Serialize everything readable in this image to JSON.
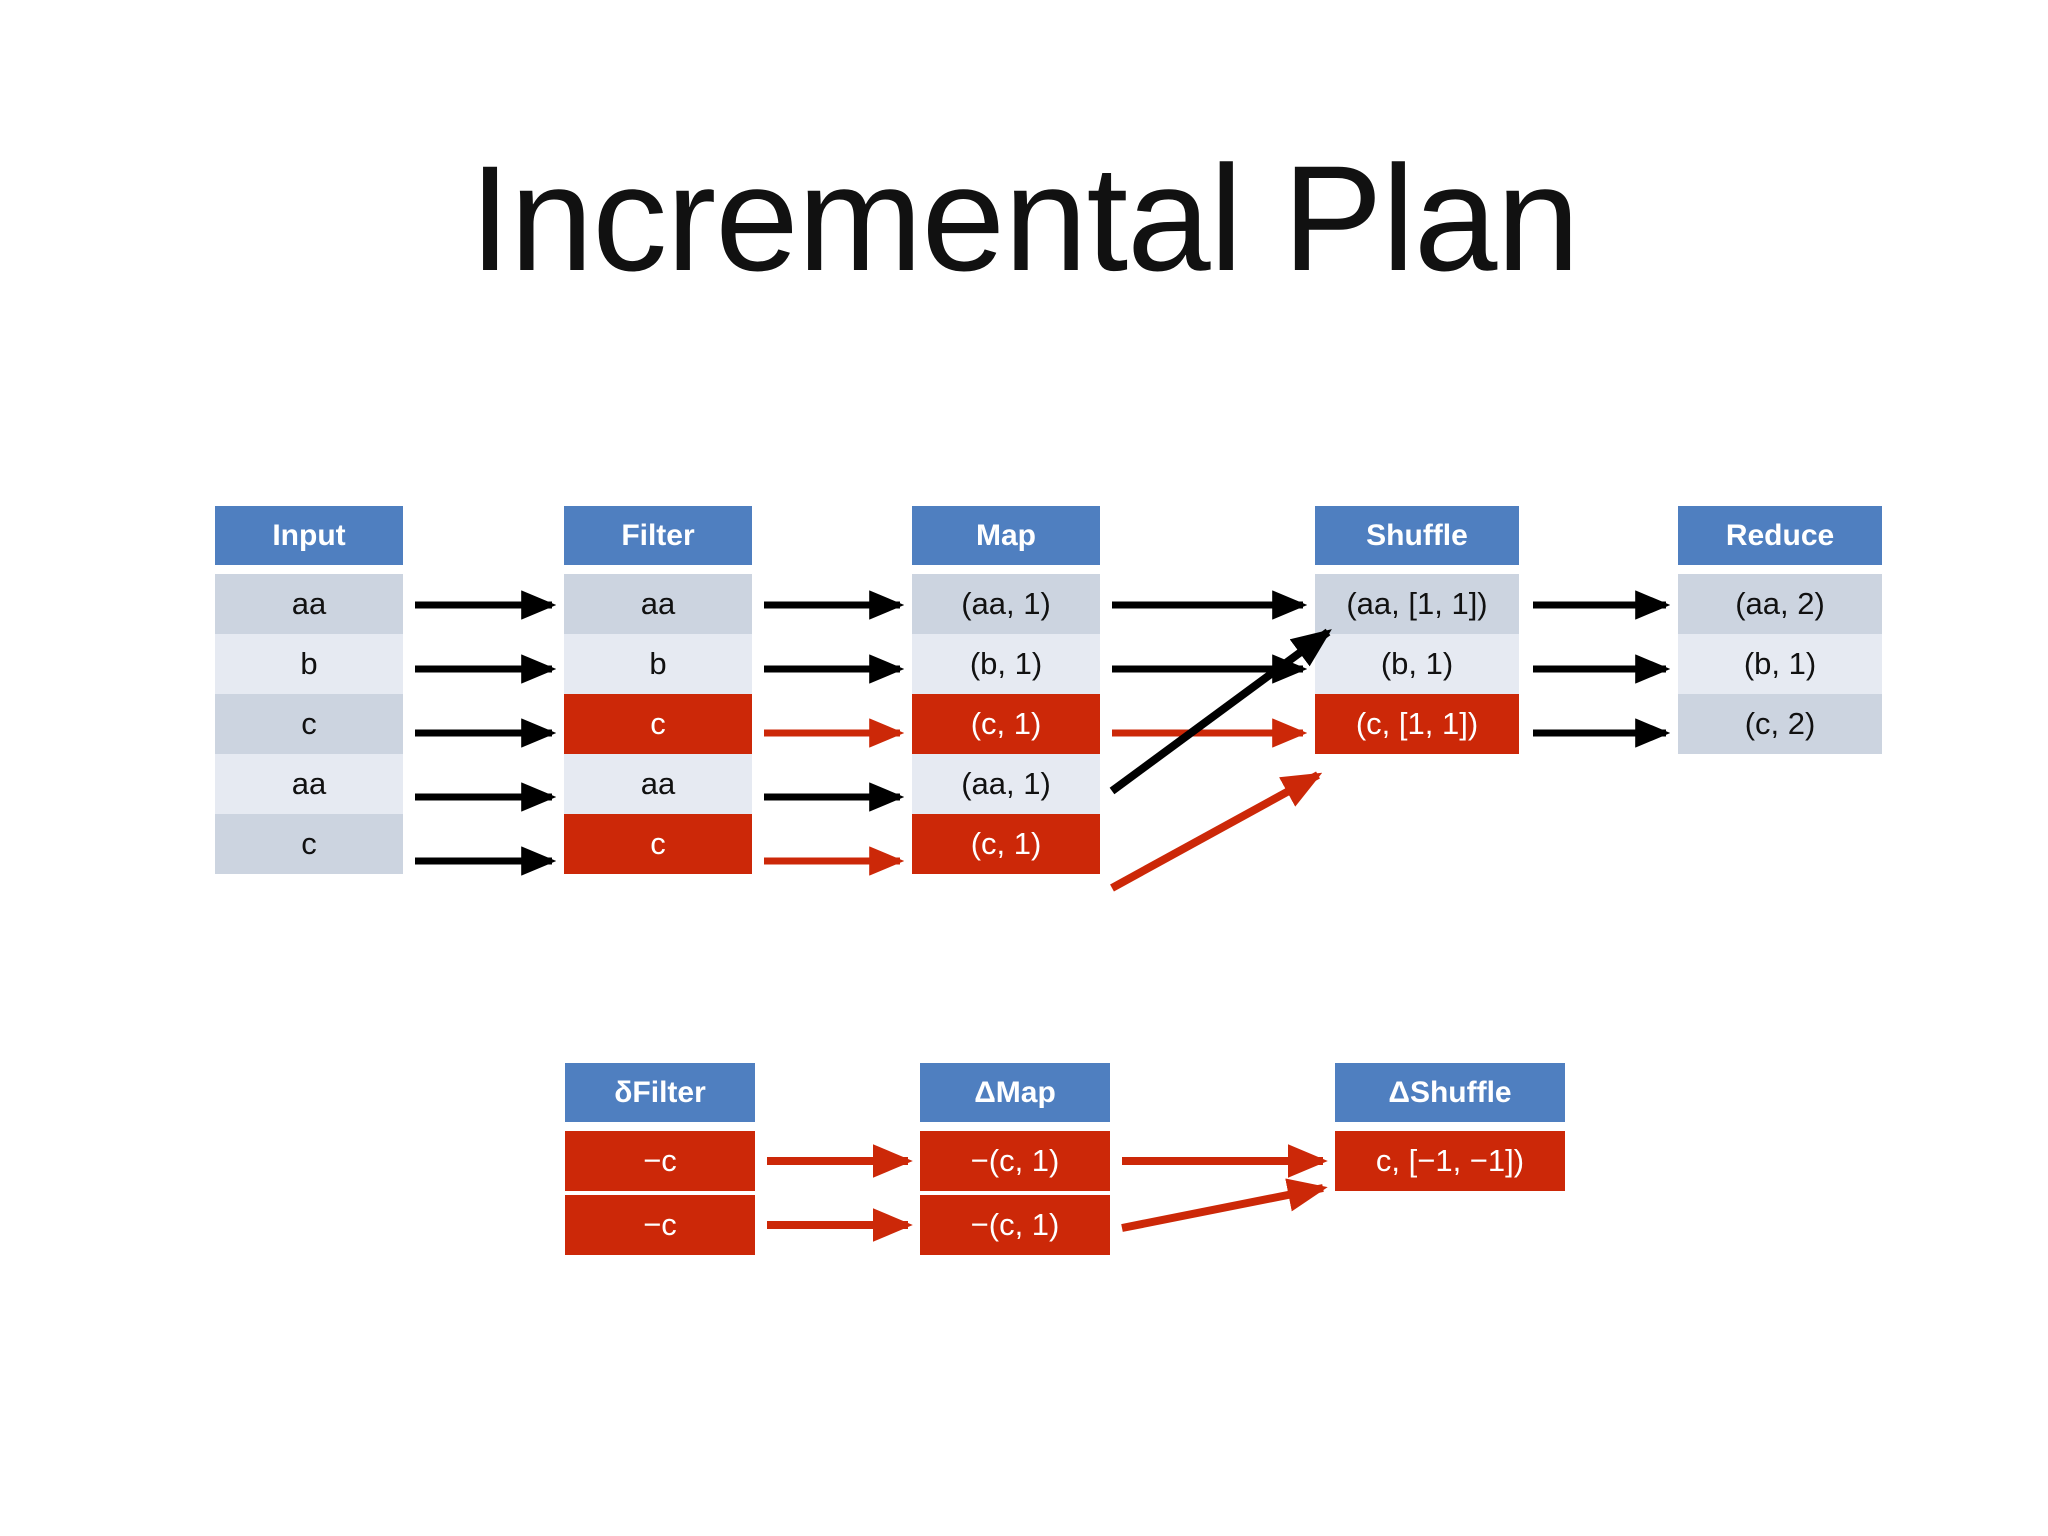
{
  "slide": {
    "title": "Incremental Plan",
    "background": "#ffffff"
  },
  "colors": {
    "header_blue": "#4f7fc0",
    "row_dark": "#ccd4e0",
    "row_light": "#e6eaf2",
    "delta_red": "#cc2808",
    "arrow_black": "#000000",
    "arrow_red": "#cc2808",
    "text_dark": "#111111",
    "text_light": "#ffffff"
  },
  "main_pipeline": {
    "columns": [
      {
        "id": "input",
        "header": "Input",
        "cells": [
          {
            "text": "aa",
            "style": "dark"
          },
          {
            "text": "b",
            "style": "light"
          },
          {
            "text": "c",
            "style": "dark"
          },
          {
            "text": "aa",
            "style": "light"
          },
          {
            "text": "c",
            "style": "dark"
          }
        ]
      },
      {
        "id": "filter",
        "header": "Filter",
        "cells": [
          {
            "text": "aa",
            "style": "dark"
          },
          {
            "text": "b",
            "style": "light"
          },
          {
            "text": "c",
            "style": "red"
          },
          {
            "text": "aa",
            "style": "light"
          },
          {
            "text": "c",
            "style": "red"
          }
        ]
      },
      {
        "id": "map",
        "header": "Map",
        "cells": [
          {
            "text": "(aa, 1)",
            "style": "dark"
          },
          {
            "text": "(b, 1)",
            "style": "light"
          },
          {
            "text": "(c, 1)",
            "style": "red"
          },
          {
            "text": "(aa, 1)",
            "style": "light"
          },
          {
            "text": "(c, 1)",
            "style": "red"
          }
        ]
      },
      {
        "id": "shuffle",
        "header": "Shuffle",
        "cells": [
          {
            "text": "(aa, [1, 1])",
            "style": "dark"
          },
          {
            "text": "(b, 1)",
            "style": "light"
          },
          {
            "text": "(c, [1, 1])",
            "style": "red"
          }
        ]
      },
      {
        "id": "reduce",
        "header": "Reduce",
        "cells": [
          {
            "text": "(aa, 2)",
            "style": "dark"
          },
          {
            "text": "(b, 1)",
            "style": "light"
          },
          {
            "text": "(c, 2)",
            "style": "dark"
          }
        ]
      }
    ]
  },
  "delta_pipeline": {
    "columns": [
      {
        "id": "delta-filter",
        "header": "δFilter",
        "cells": [
          {
            "text": "−c",
            "style": "red"
          },
          {
            "text": "−c",
            "style": "red"
          }
        ]
      },
      {
        "id": "delta-map",
        "header": "ΔMap",
        "cells": [
          {
            "text": "−(c, 1)",
            "style": "red"
          },
          {
            "text": "−(c, 1)",
            "style": "red"
          }
        ]
      },
      {
        "id": "delta-shuffle",
        "header": "ΔShuffle",
        "cells": [
          {
            "text": "c, [−1, −1])",
            "style": "red"
          }
        ]
      }
    ]
  },
  "arrows": {
    "main": [
      {
        "from": "input.0",
        "to": "filter.0",
        "color": "black",
        "kind": "straight"
      },
      {
        "from": "input.1",
        "to": "filter.1",
        "color": "black",
        "kind": "straight"
      },
      {
        "from": "input.2",
        "to": "filter.2",
        "color": "black",
        "kind": "straight"
      },
      {
        "from": "input.3",
        "to": "filter.3",
        "color": "black",
        "kind": "straight"
      },
      {
        "from": "input.4",
        "to": "filter.4",
        "color": "black",
        "kind": "straight"
      },
      {
        "from": "filter.0",
        "to": "map.0",
        "color": "black",
        "kind": "straight"
      },
      {
        "from": "filter.1",
        "to": "map.1",
        "color": "black",
        "kind": "straight"
      },
      {
        "from": "filter.2",
        "to": "map.2",
        "color": "red",
        "kind": "straight"
      },
      {
        "from": "filter.3",
        "to": "map.3",
        "color": "black",
        "kind": "straight"
      },
      {
        "from": "filter.4",
        "to": "map.4",
        "color": "red",
        "kind": "straight"
      },
      {
        "from": "map.0",
        "to": "shuffle.0",
        "color": "black",
        "kind": "straight"
      },
      {
        "from": "map.1",
        "to": "shuffle.1",
        "color": "black",
        "kind": "straight"
      },
      {
        "from": "map.2",
        "to": "shuffle.2",
        "color": "red",
        "kind": "straight"
      },
      {
        "from": "map.3",
        "to": "shuffle.0",
        "color": "black",
        "kind": "diagonal"
      },
      {
        "from": "map.4",
        "to": "shuffle.2",
        "color": "red",
        "kind": "diagonal"
      },
      {
        "from": "shuffle.0",
        "to": "reduce.0",
        "color": "black",
        "kind": "straight"
      },
      {
        "from": "shuffle.1",
        "to": "reduce.1",
        "color": "black",
        "kind": "straight"
      },
      {
        "from": "shuffle.2",
        "to": "reduce.2",
        "color": "black",
        "kind": "straight"
      }
    ],
    "delta": [
      {
        "from": "delta-filter.0",
        "to": "delta-map.0",
        "color": "red",
        "kind": "straight"
      },
      {
        "from": "delta-filter.1",
        "to": "delta-map.1",
        "color": "red",
        "kind": "straight"
      },
      {
        "from": "delta-map.0",
        "to": "delta-shuffle.0",
        "color": "red",
        "kind": "straight"
      },
      {
        "from": "delta-map.1",
        "to": "delta-shuffle.0",
        "color": "red",
        "kind": "diagonal"
      }
    ]
  }
}
